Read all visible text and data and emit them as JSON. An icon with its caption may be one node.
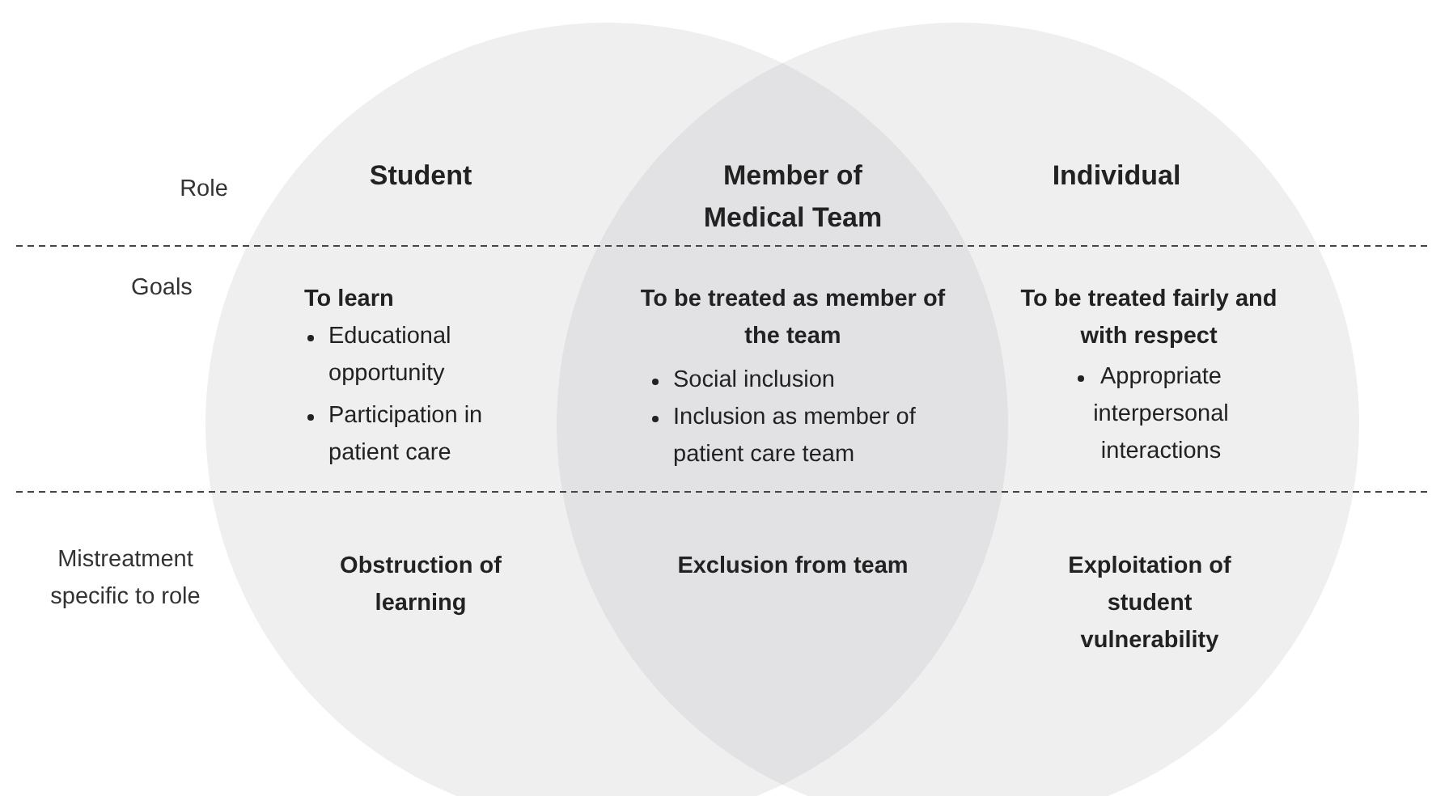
{
  "diagram": {
    "nodes": [
      {
        "text": [
          "Student",
          "To learn",
          "Educational opportunity",
          "Participation in patient care",
          "Obstruction of learning"
        ]
      },
      {
        "text": [
          "Individual",
          "To be treated fairly and with respect",
          "Appropriate interpersonal interactions",
          "Exploitation of student vulnerability"
        ]
      },
      {
        "text": [
          "Member of Medical Team",
          "To be treated as member of the team",
          "Social inclusion",
          "Inclusion as member of patient care team",
          "Exclusion from team"
        ]
      }
    ],
    "labels": [
      "Role",
      "Goals",
      "Mistreatment specific to role"
    ]
  }
}
